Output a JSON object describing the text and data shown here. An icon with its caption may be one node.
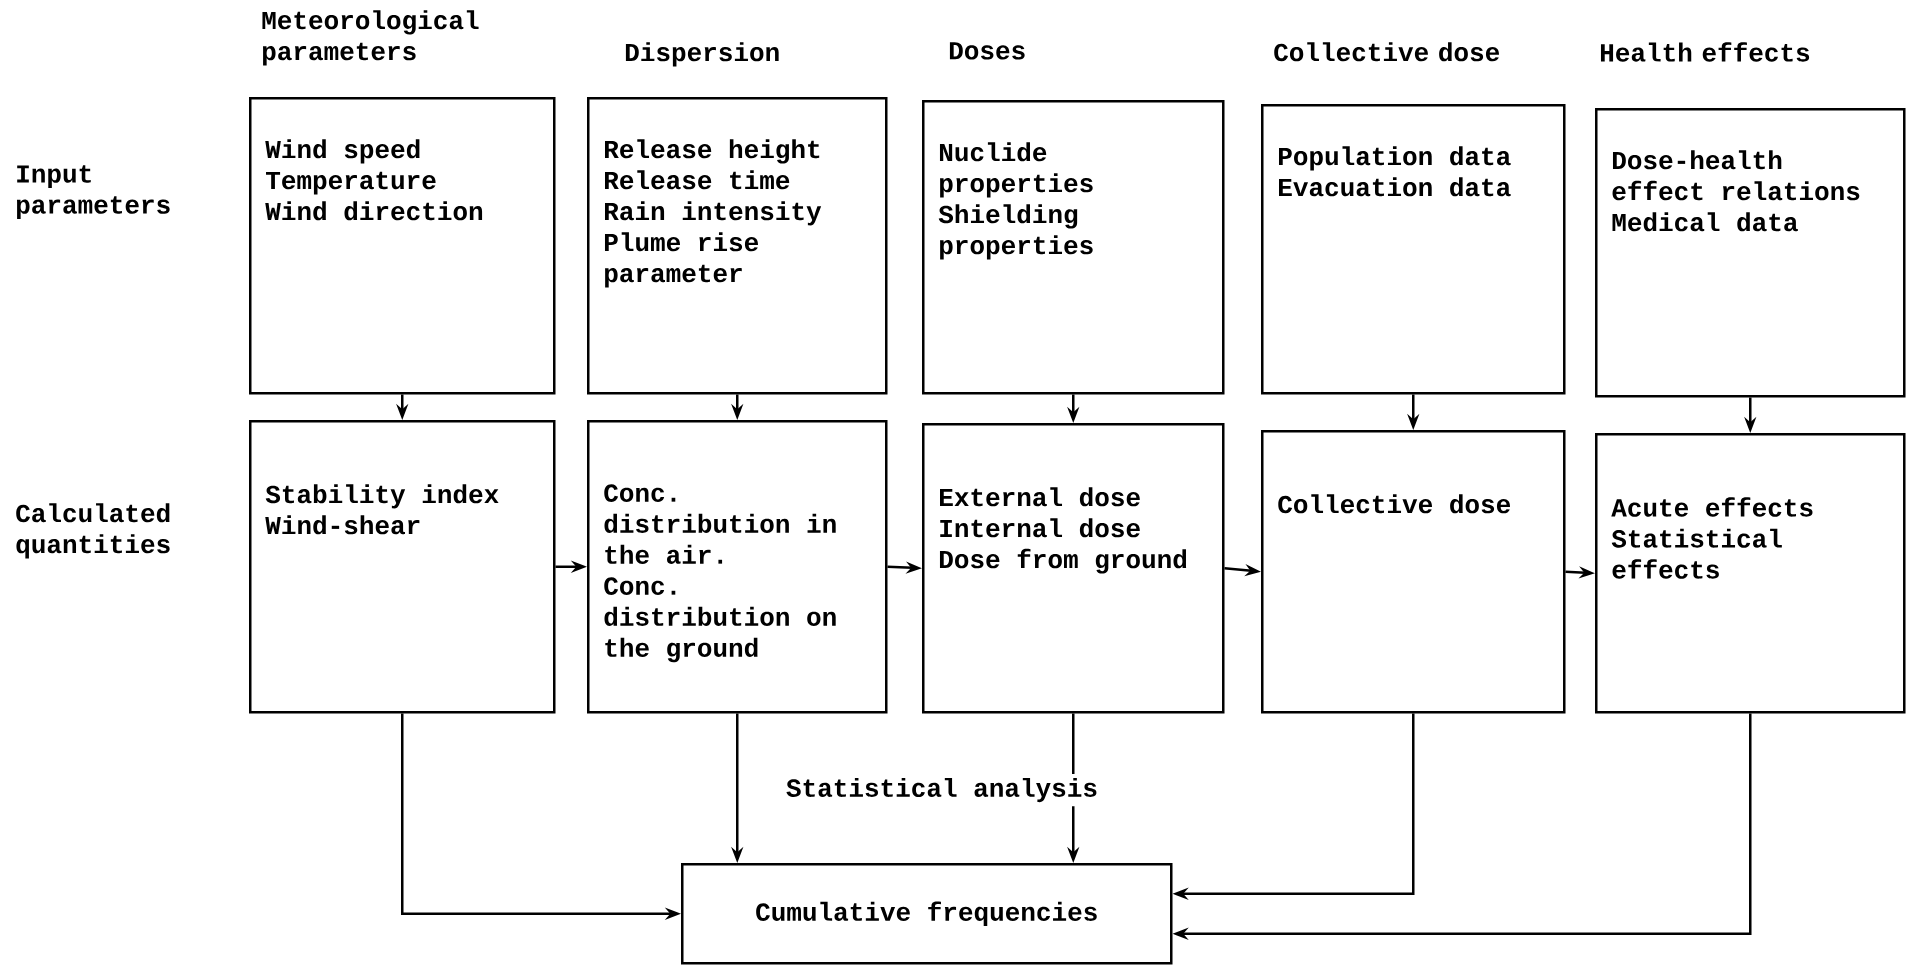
{
  "diagram": {
    "nodes": [
      {
        "text": [
          "Wind speed",
          "Temperature",
          "Wind direction"
        ]
      },
      {
        "text": [
          "Release height",
          "Release time",
          "Rain intensity",
          "Plume rise parameter"
        ]
      },
      {
        "text": [
          "Nuclide properties",
          "Shielding properties"
        ]
      },
      {
        "text": [
          "Population data",
          "Evacuation data"
        ]
      },
      {
        "text": [
          "Dose-health effect relations",
          "Medical data"
        ]
      },
      {
        "text": [
          "Stability index",
          "Wind-shear"
        ]
      },
      {
        "text": [
          "Conc. distribution in the air.",
          "Conc. distribution on the ground"
        ]
      },
      {
        "text": [
          "External dose",
          "Internal dose",
          "Dose from ground"
        ]
      },
      {
        "text": [
          "Collective dose"
        ]
      },
      {
        "text": [
          "Acute effects",
          "Statistical effects"
        ]
      },
      {
        "text": [
          "Cumulative frequencies"
        ]
      }
    ],
    "edges": [
      {
        "from": 0,
        "to": 5,
        "arrow": "to"
      },
      {
        "from": 1,
        "to": 6,
        "arrow": "to"
      },
      {
        "from": 2,
        "to": 7,
        "arrow": "to"
      },
      {
        "from": 3,
        "to": 8,
        "arrow": "to"
      },
      {
        "from": 4,
        "to": 9,
        "arrow": "to"
      },
      {
        "from": 5,
        "to": 6,
        "arrow": "to"
      },
      {
        "from": 6,
        "to": 7,
        "arrow": "to"
      },
      {
        "from": 7,
        "to": 8,
        "arrow": "to"
      },
      {
        "from": 8,
        "to": 9,
        "arrow": "to"
      },
      {
        "from": 5,
        "to": 10,
        "arrow": "to"
      },
      {
        "from": 6,
        "to": 10,
        "arrow": "to"
      },
      {
        "from": 7,
        "to": 10,
        "arrow": "to",
        "label": "Statistical analysis"
      },
      {
        "from": 8,
        "to": 10,
        "arrow": "to"
      },
      {
        "from": 9,
        "to": 10,
        "arrow": "to"
      }
    ],
    "labels": [
      "Meteorological parameters",
      "Dispersion",
      "Doses",
      "Collective dose",
      "Health effects",
      "Input parameters",
      "Calculated quantities"
    ]
  }
}
